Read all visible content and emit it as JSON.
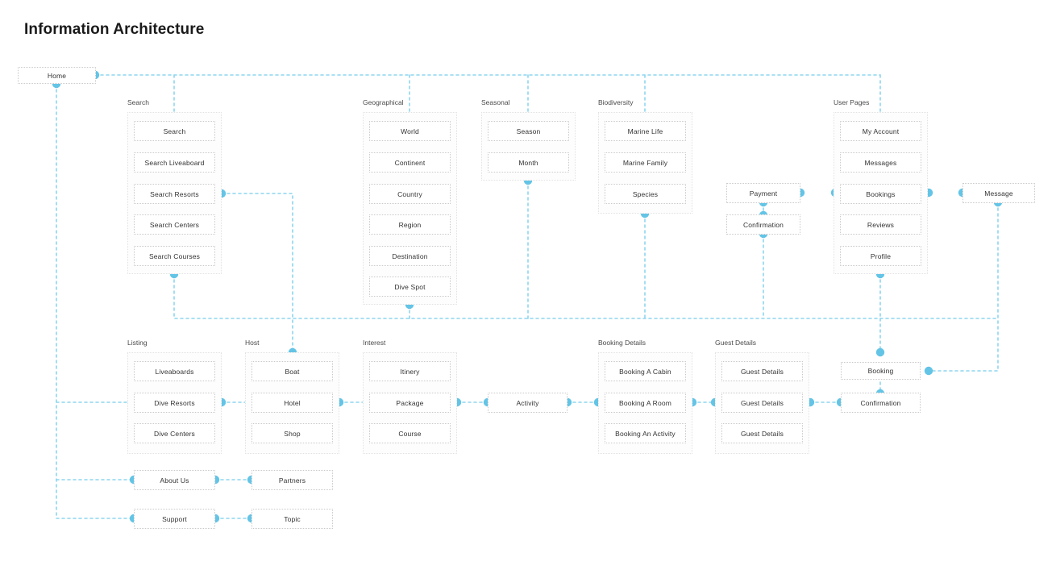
{
  "page": {
    "title": "Information Architecture",
    "accent_color": "#63c4e6",
    "edge_color": "#8ed5ef",
    "box_border_color": "#c9c9c9",
    "group_border_color": "#e2e2e2"
  },
  "nodes": {
    "home": "Home",
    "payment": "Payment",
    "confirmation_top": "Confirmation",
    "message": "Message",
    "activity": "Activity",
    "booking": "Booking",
    "confirmation_bottom": "Confirmation",
    "about_us": "About Us",
    "partners": "Partners",
    "support": "Support",
    "topic": "Topic"
  },
  "groups": [
    {
      "id": "search",
      "label": "Search",
      "items": [
        "Search",
        "Search Liveaboard",
        "Search Resorts",
        "Search Centers",
        "Search Courses"
      ]
    },
    {
      "id": "geographical",
      "label": "Geographical",
      "items": [
        "World",
        "Continent",
        "Country",
        "Region",
        "Destination",
        "Dive Spot"
      ]
    },
    {
      "id": "seasonal",
      "label": "Seasonal",
      "items": [
        "Season",
        "Month"
      ]
    },
    {
      "id": "biodiversity",
      "label": "Biodiversity",
      "items": [
        "Marine Life",
        "Marine Family",
        "Species"
      ]
    },
    {
      "id": "user-pages",
      "label": "User Pages",
      "items": [
        "My Account",
        "Messages",
        "Bookings",
        "Reviews",
        "Profile"
      ]
    },
    {
      "id": "listing",
      "label": "Listing",
      "items": [
        "Liveaboards",
        "Dive Resorts",
        "Dive Centers"
      ]
    },
    {
      "id": "host",
      "label": "Host",
      "items": [
        "Boat",
        "Hotel",
        "Shop"
      ]
    },
    {
      "id": "interest",
      "label": "Interest",
      "items": [
        "Itinery",
        "Package",
        "Course"
      ]
    },
    {
      "id": "booking-details",
      "label": "Booking Details",
      "items": [
        "Booking A Cabin",
        "Booking A Room",
        "Booking An Activity"
      ]
    },
    {
      "id": "guest-details",
      "label": "Guest Details",
      "items": [
        "Guest Details",
        "Guest Details",
        "Guest Details"
      ]
    }
  ]
}
